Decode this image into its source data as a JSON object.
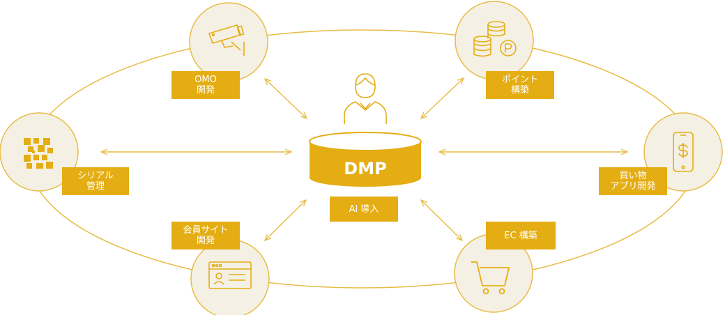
{
  "colors": {
    "accent": "#e4ad13",
    "circle_fill": "#f5f0e4",
    "line": "#e8bb44",
    "icon_stroke": "#e4ad13"
  },
  "center": {
    "title": "DMP",
    "sub_label": "AI 導入",
    "icons": [
      "user-icon",
      "database-cylinder-icon"
    ]
  },
  "nodes": {
    "omo": {
      "line1": "OMO",
      "line2": "開発",
      "icon": "security-camera-icon"
    },
    "point": {
      "line1": "ポイント",
      "line2": "構築",
      "icon": "coins-point-icon"
    },
    "serial": {
      "line1": "シリアル",
      "line2": "管理",
      "icon": "qr-code-icon"
    },
    "app": {
      "line1": "買い物",
      "line2": "アプリ開発",
      "icon": "smartphone-dollar-icon"
    },
    "member": {
      "line1": "会員サイト",
      "line2": "開発",
      "icon": "browser-profile-icon"
    },
    "ec": {
      "line1": "EC 構築",
      "icon": "shopping-cart-icon"
    }
  }
}
